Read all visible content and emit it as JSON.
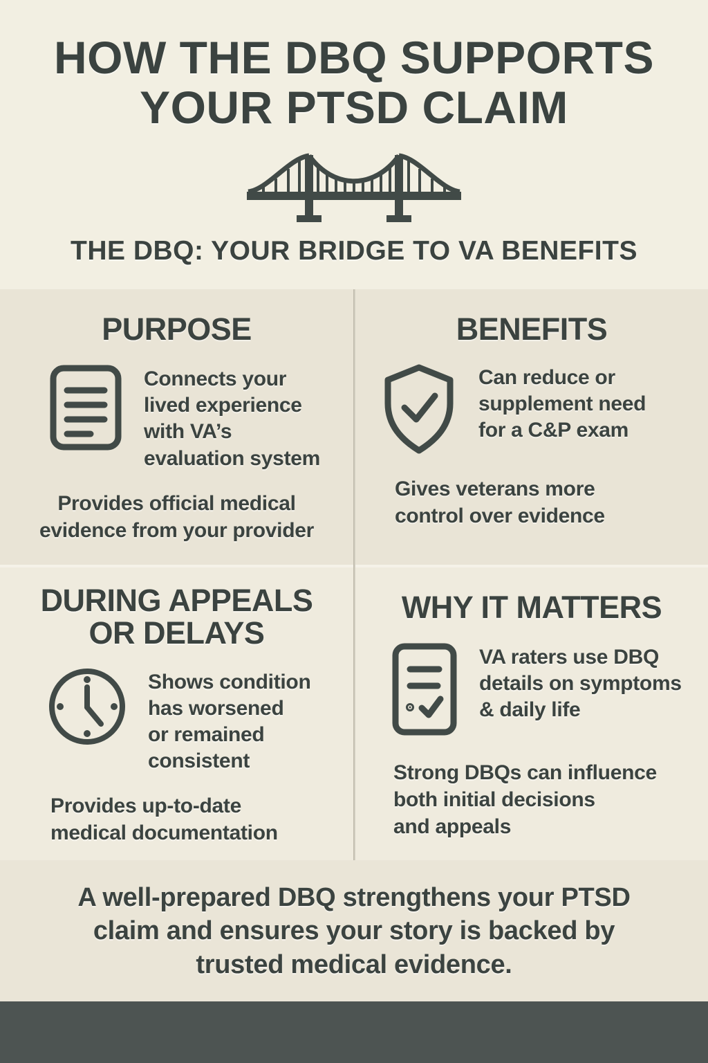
{
  "header": {
    "title": "HOW THE DBQ SUPPORTS\nYOUR PTSD CLAIM",
    "subtitle": "THE DBQ: YOUR BRIDGE TO VA BENEFITS",
    "bridge_icon": "suspension-bridge-icon"
  },
  "quadrants": {
    "purpose": {
      "heading": "PURPOSE",
      "icon": "document-icon",
      "primary": "Connects your\nlived experience\nwith VA’s\nevaluation system",
      "secondary": "Provides official medical\nevidence from your provider"
    },
    "benefits": {
      "heading": "BENEFITS",
      "icon": "shield-check-icon",
      "primary": "Can reduce or\nsupplement need\nfor a C&P exam",
      "secondary": "Gives veterans more\ncontrol over evidence"
    },
    "appeals": {
      "heading": "DURING APPEALS\nOR DELAYS",
      "icon": "clock-icon",
      "primary": "Shows condition\nhas worsened\nor remained\nconsistent",
      "secondary": "Provides up-to-date\nmedical documentation"
    },
    "why": {
      "heading": "WHY IT MATTERS",
      "icon": "checklist-icon",
      "primary": "VA raters use DBQ\ndetails on symptoms\n& daily life",
      "secondary": "Strong DBQs can influence\nboth initial decisions\nand appeals"
    }
  },
  "footer": {
    "message": "A well-prepared DBQ strengthens your PTSD\nclaim and ensures your story is backed by\ntrusted medical evidence."
  },
  "colors": {
    "text": "#3b4340",
    "icon_stroke": "#414a47",
    "header_bg": "#f2efe2",
    "quadrant_top_bg": "#e9e4d6",
    "quadrant_bottom_bg": "#efebde",
    "footer_bg": "#eae5d7",
    "divider_vertical": "#c2bdaf",
    "divider_horizontal": "#f5f2e8",
    "bottom_bar_bg": "#4d5452"
  }
}
